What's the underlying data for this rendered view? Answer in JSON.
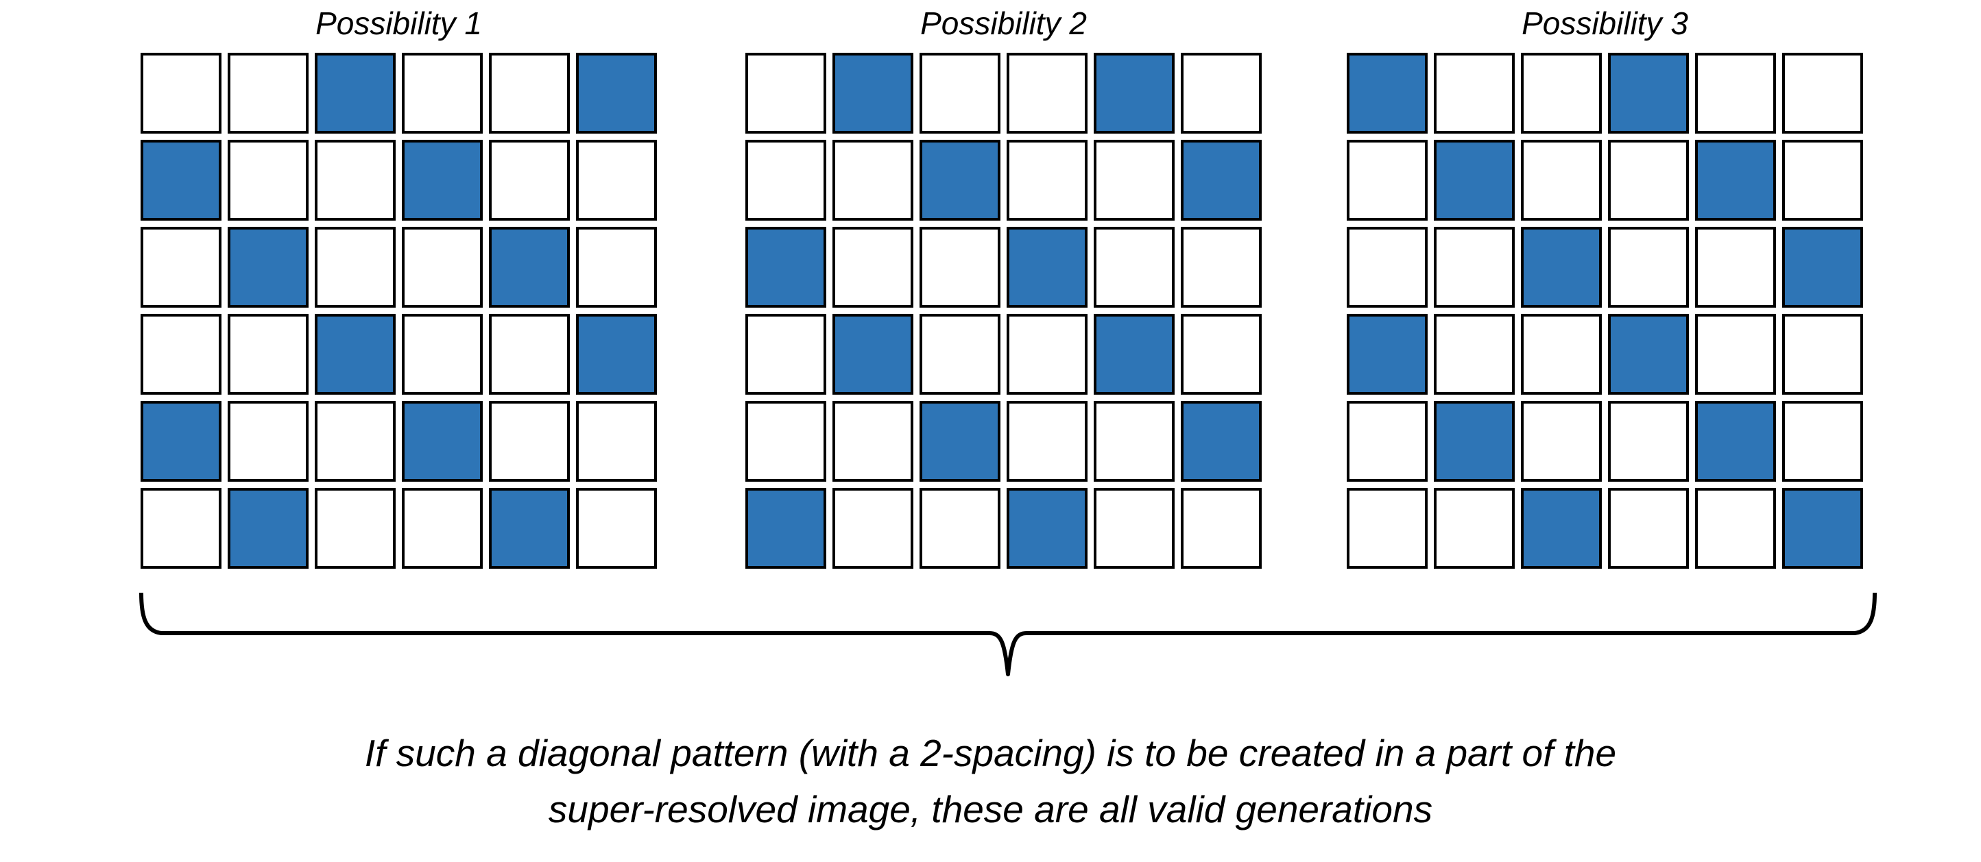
{
  "figure": {
    "background": "#ffffff",
    "accent_blue": "#2E75B6",
    "border_color": "#000000"
  },
  "grids": [
    {
      "title": "Possibility 1",
      "rows": [
        [
          0,
          0,
          1,
          0,
          0,
          1
        ],
        [
          1,
          0,
          0,
          1,
          0,
          0
        ],
        [
          0,
          1,
          0,
          0,
          1,
          0
        ],
        [
          0,
          0,
          1,
          0,
          0,
          1
        ],
        [
          1,
          0,
          0,
          1,
          0,
          0
        ],
        [
          0,
          1,
          0,
          0,
          1,
          0
        ]
      ]
    },
    {
      "title": "Possibility 2",
      "rows": [
        [
          0,
          1,
          0,
          0,
          1,
          0
        ],
        [
          0,
          0,
          1,
          0,
          0,
          1
        ],
        [
          1,
          0,
          0,
          1,
          0,
          0
        ],
        [
          0,
          1,
          0,
          0,
          1,
          0
        ],
        [
          0,
          0,
          1,
          0,
          0,
          1
        ],
        [
          1,
          0,
          0,
          1,
          0,
          0
        ]
      ]
    },
    {
      "title": "Possibility 3",
      "rows": [
        [
          1,
          0,
          0,
          1,
          0,
          0
        ],
        [
          0,
          1,
          0,
          0,
          1,
          0
        ],
        [
          0,
          0,
          1,
          0,
          0,
          1
        ],
        [
          1,
          0,
          0,
          1,
          0,
          0
        ],
        [
          0,
          1,
          0,
          0,
          1,
          0
        ],
        [
          0,
          0,
          1,
          0,
          0,
          1
        ]
      ]
    }
  ],
  "caption": {
    "line1": "If such a diagonal pattern (with a 2-spacing) is to be created in a part of the",
    "line2": "super-resolved image, these are all valid generations"
  }
}
